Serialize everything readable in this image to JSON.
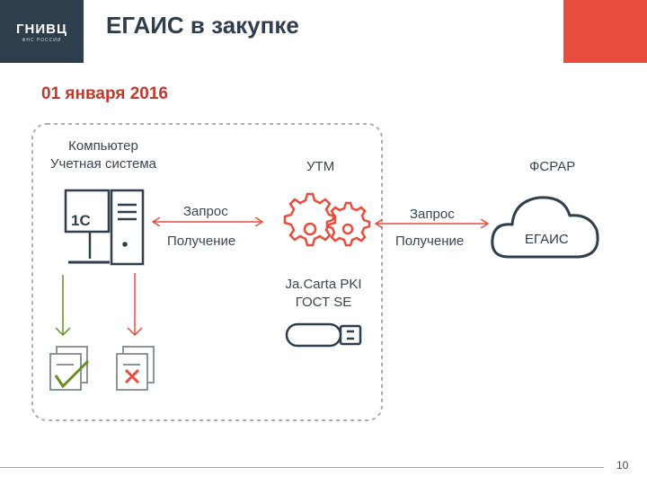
{
  "header": {
    "logo_text": "ГНИВЦ",
    "logo_subtext": "ФНС РОССИИ",
    "title": "ЕГАИС в закупке"
  },
  "date": "01 января 2016",
  "nodes": {
    "computer_label_line1": "Компьютер",
    "computer_label_line2": "Учетная система",
    "computer_badge": "1С",
    "utm_label": "УТМ",
    "fsrar_label": "ФСРАР",
    "cloud_label": "ЕГАИС",
    "token_label_line1": "Ja.Carta PKI",
    "token_label_line2": "ГОСТ SE"
  },
  "arrows": {
    "left_request": "Запрос",
    "left_receive": "Получение",
    "right_request": "Запрос",
    "right_receive": "Получение"
  },
  "colors": {
    "dark": "#2f3e4d",
    "accent_red": "#e84c3d",
    "green": "#6b8e23"
  },
  "icons": [
    "computer-icon",
    "gears-icon",
    "cloud-icon",
    "usb-token-icon",
    "doc-accepted-icon",
    "doc-rejected-icon"
  ],
  "footer": {
    "page_number": "10"
  }
}
